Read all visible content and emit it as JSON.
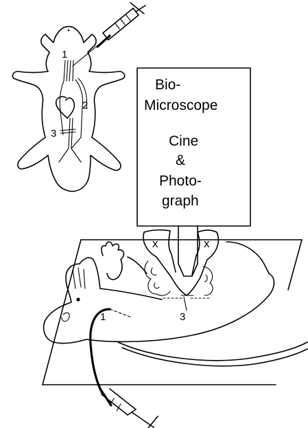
{
  "callout_labels": {
    "top_1": "1",
    "top_2": "2",
    "top_3": "3",
    "bottom_1": "1",
    "bottom_3": "3",
    "clamp_left": "x",
    "clamp_right": "x"
  },
  "microscope_box": {
    "line1": "Bio-",
    "line2": "Microscope",
    "line3": "Cine",
    "line4": "&",
    "line5": "Photo-",
    "line6": "graph"
  }
}
